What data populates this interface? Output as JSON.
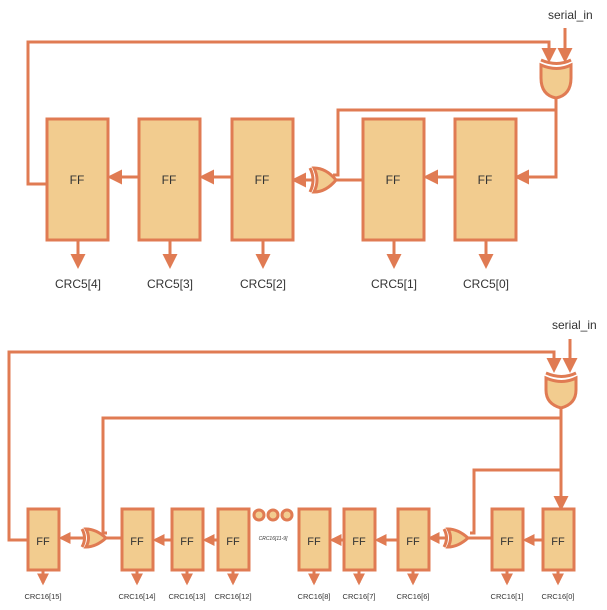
{
  "colors": {
    "box_fill": "#f2cc8f",
    "stroke": "#e07b53",
    "text": "#333333",
    "background": "#ffffff"
  },
  "crc5": {
    "input_label": "serial_in",
    "ff_label": "FF",
    "outputs": [
      "CRC5[4]",
      "CRC5[3]",
      "CRC5[2]",
      "CRC5[1]",
      "CRC5[0]"
    ]
  },
  "crc16": {
    "input_label": "serial_in",
    "ff_label": "FF",
    "ellipsis_label": "CRC16[11-9]",
    "outputs": [
      "CRC16[15]",
      "CRC16[14]",
      "CRC16[13]",
      "CRC16[12]",
      "CRC16[8]",
      "CRC16[7]",
      "CRC16[6]",
      "CRC16[1]",
      "CRC16[0]"
    ]
  }
}
